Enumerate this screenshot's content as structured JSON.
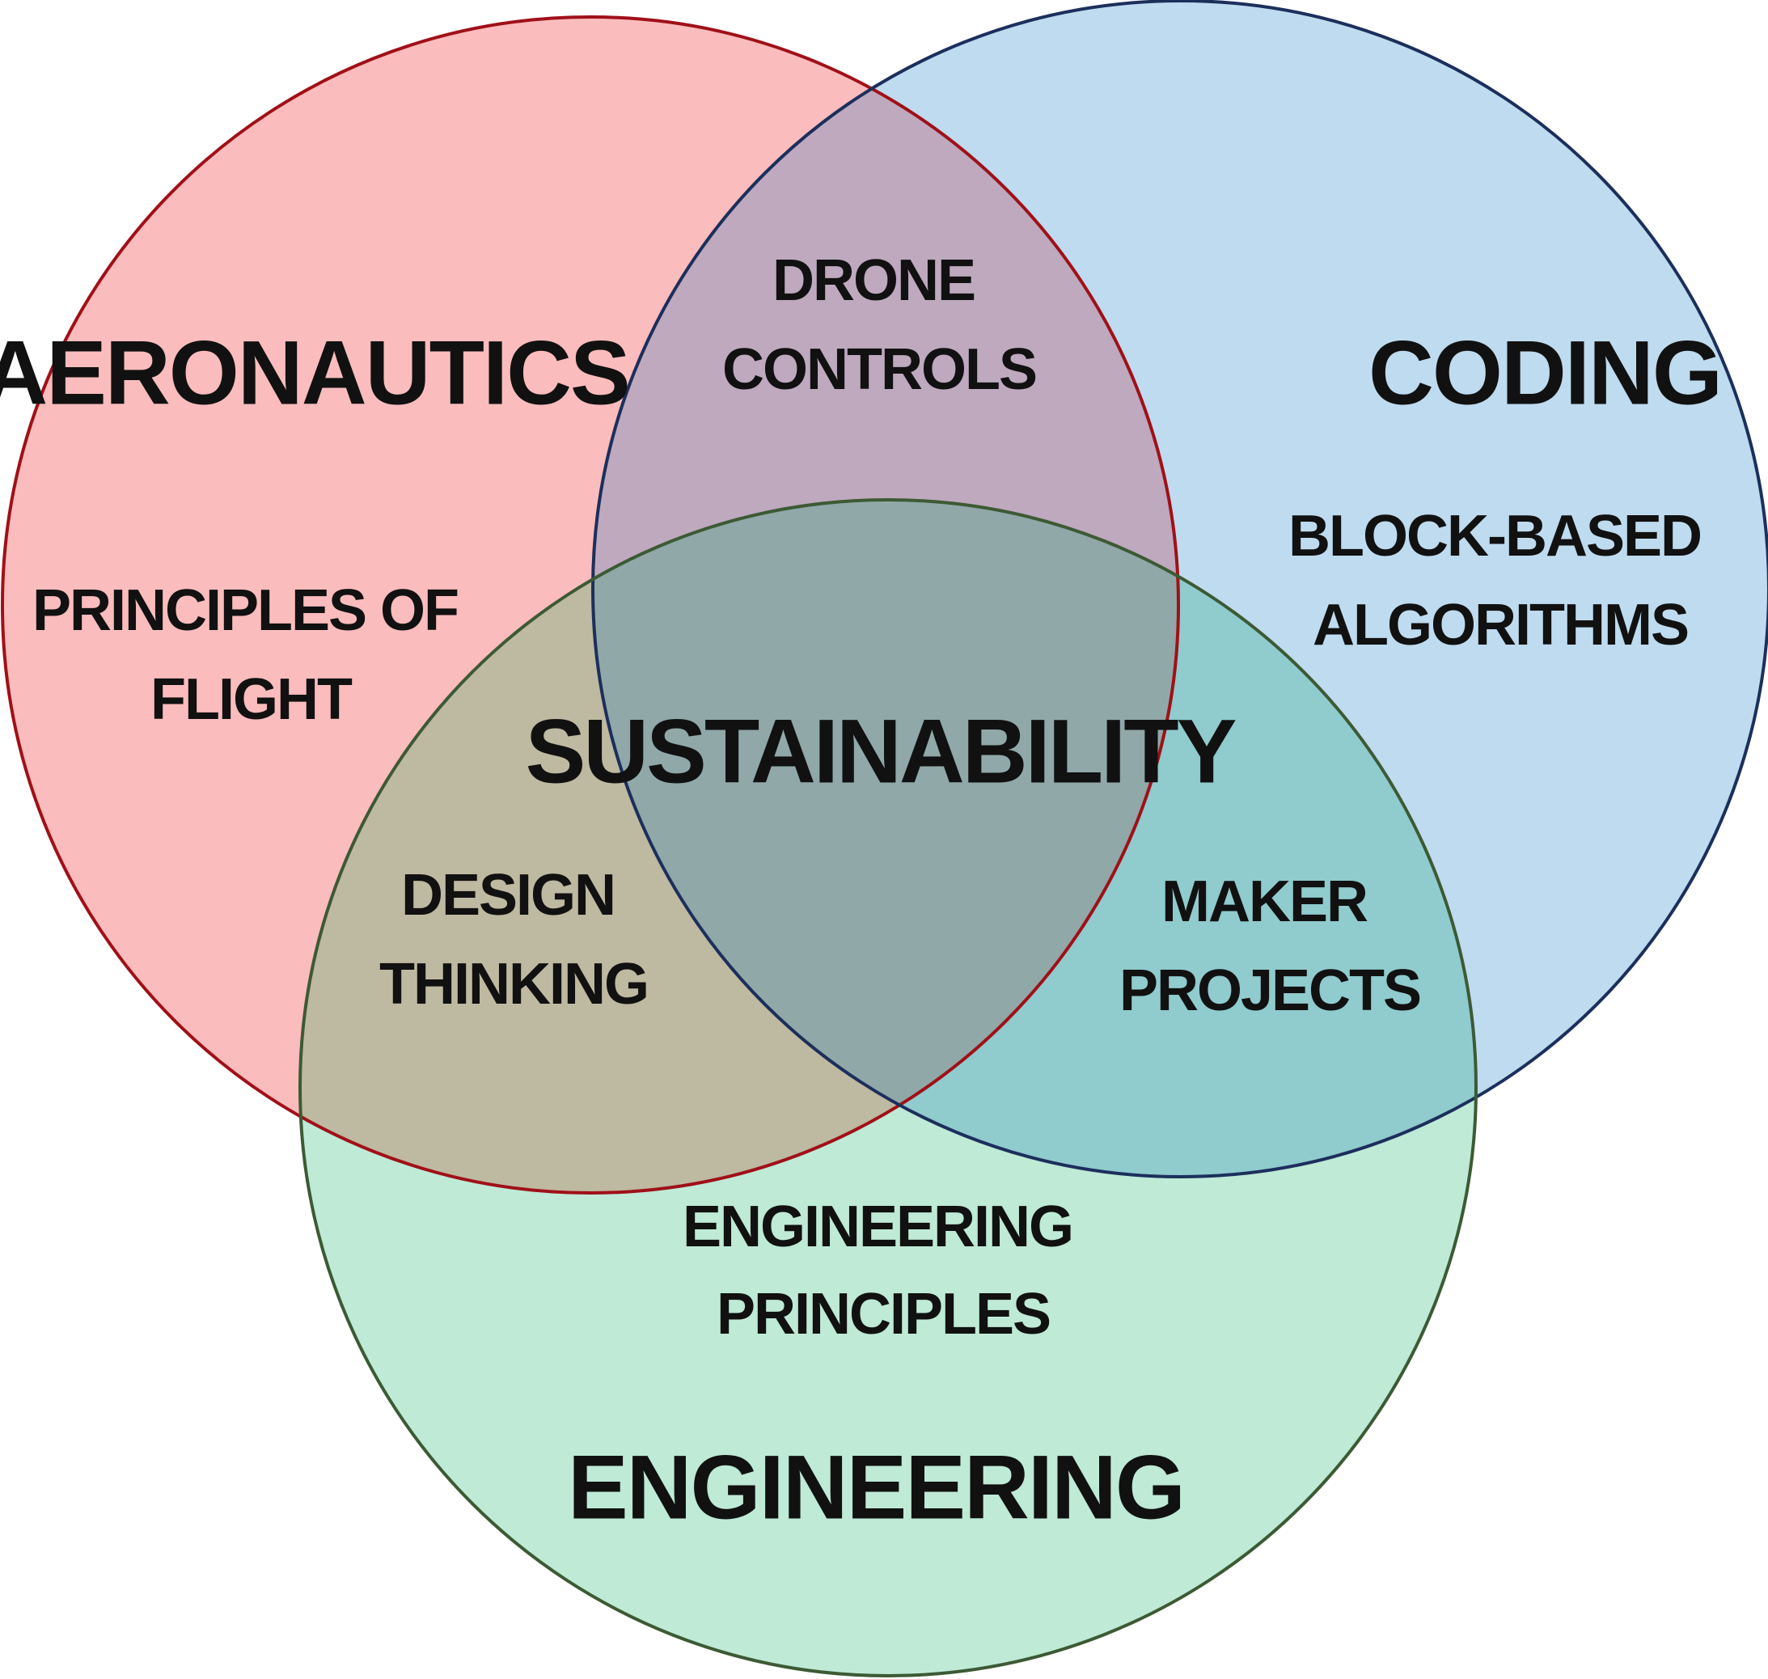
{
  "circles": {
    "aeronautics": {
      "title": "AERONAUTICS",
      "subtitle_line1": "PRINCIPLES OF",
      "subtitle_line2": "FLIGHT",
      "fill": "#fbbcbd",
      "stroke": "#a01018"
    },
    "coding": {
      "title": "CODING",
      "subtitle_line1": "BLOCK-BASED",
      "subtitle_line2": "ALGORITHMS",
      "fill": "#bfdbef",
      "stroke": "#1c2f5c"
    },
    "engineering": {
      "title": "ENGINEERING",
      "subtitle_line1": "ENGINEERING",
      "subtitle_line2": "PRINCIPLES",
      "fill": "#beead6",
      "stroke": "#3c5a34"
    }
  },
  "overlaps": {
    "aeronautics_coding": {
      "line1": "DRONE",
      "line2": "CONTROLS",
      "fill": "#bea9be"
    },
    "aeronautics_engineering": {
      "line1": "DESIGN",
      "line2": "THINKING",
      "fill": "#beb9a1"
    },
    "coding_engineering": {
      "line1": "MAKER",
      "line2": "PROJECTS",
      "fill": "#90cbce"
    },
    "center": {
      "label": "SUSTAINABILITY",
      "fill": "#90a8a8"
    }
  }
}
